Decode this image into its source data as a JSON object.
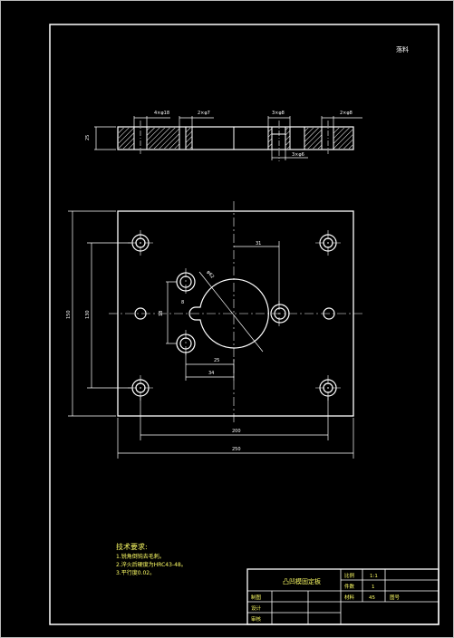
{
  "corner_label": "落料",
  "dims": {
    "top_4x": "4×φ18",
    "top_2x": "2×φ7",
    "top_3x8": "3×φ8",
    "top_2x8": "2×φ8",
    "top_3x6": "3×φ6",
    "thk": "25",
    "d31": "31",
    "d18": "18",
    "d_big": "φ62",
    "d8": "8",
    "d25": "25",
    "d34": "34",
    "h150": "150",
    "h130": "130",
    "w200": "200",
    "w250": "250"
  },
  "notes": {
    "title": "技术要求:",
    "items": [
      "1.锐角倒钝去毛刺。",
      "2.淬火后硬度为HRC43-48。",
      "3.平行度0.02。"
    ]
  },
  "title_block": {
    "part_name": "凸凹模固定板",
    "scale_label": "比例",
    "scale_value": "1:1",
    "count_label": "件数",
    "count_value": "1",
    "material_label": "材料",
    "material_value": "45",
    "extra_label": "图号",
    "draw_label": "制图",
    "design_label": "设计",
    "check_label": "审核"
  }
}
